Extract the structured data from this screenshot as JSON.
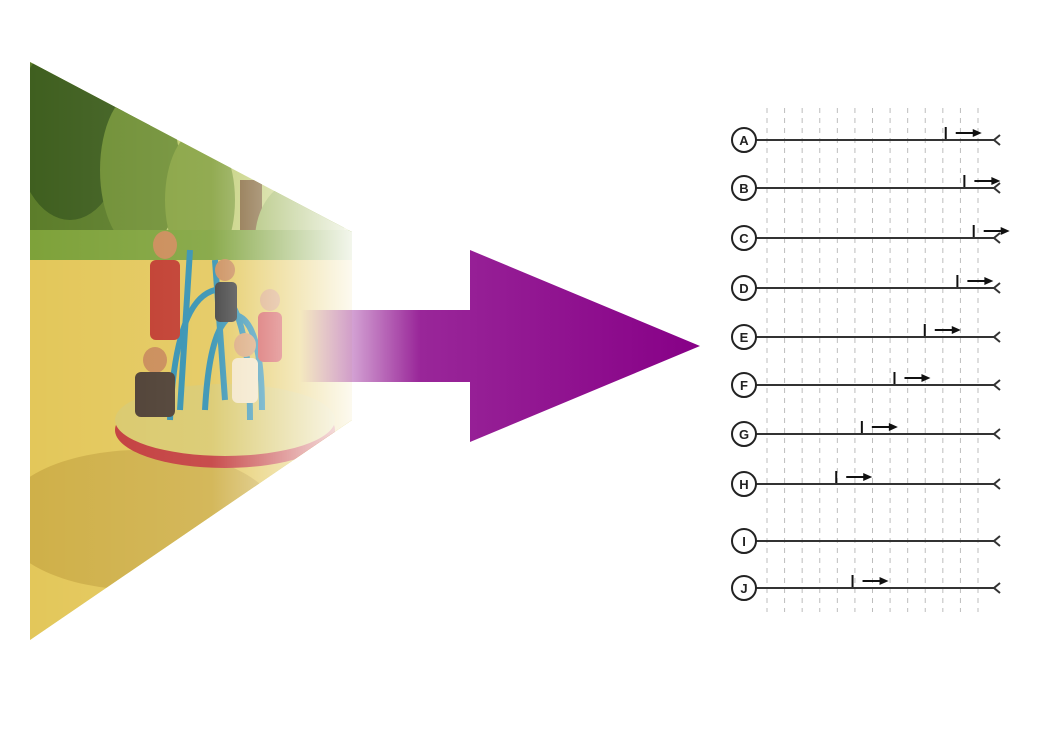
{
  "colors": {
    "arrow": "#870087",
    "photo_tint": "#e7cf52",
    "track_line": "#333333",
    "grid_line": "#bdbdbd"
  },
  "photo": {
    "depiction": "children-on-playground-merry-go-round"
  },
  "diagram": {
    "grid_column_count": 13,
    "tracks": [
      {
        "label": "A",
        "marker_position": 0.78
      },
      {
        "label": "B",
        "marker_position": 0.86
      },
      {
        "label": "C",
        "marker_position": 0.9
      },
      {
        "label": "D",
        "marker_position": 0.83
      },
      {
        "label": "E",
        "marker_position": 0.69
      },
      {
        "label": "F",
        "marker_position": 0.56
      },
      {
        "label": "G",
        "marker_position": 0.42
      },
      {
        "label": "H",
        "marker_position": 0.31
      },
      {
        "label": "I",
        "marker_position": null
      },
      {
        "label": "J",
        "marker_position": 0.38
      }
    ]
  }
}
